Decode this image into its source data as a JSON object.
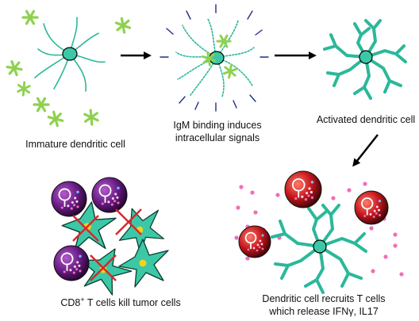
{
  "colors": {
    "cell_teal": "#2bb89a",
    "cell_fill": "#3cc8a6",
    "antigen_green": "#8fd14f",
    "receptor_blue": "#1f2c8a",
    "tcell_purple": "#5b1372",
    "tcell_red": "#c4161c",
    "cytokine_pink": "#f06fb6",
    "cross_red": "#d8262a",
    "arrow": "#000000"
  },
  "labels": {
    "step1": "Immature dendritic cell",
    "step2_line1": "IgM binding induces",
    "step2_line2": "intracellular signals",
    "step3": "Activated dendritic cell",
    "step4_line1": "Dendritic cell recruits T cells",
    "step4_line2": "which release IFNγ, IL17",
    "step5_pre": "CD8",
    "step5_sup": "+",
    "step5_post": " T cells kill tumor cells"
  },
  "icons": [
    "immature-dendritic-cell-icon",
    "igm-binding-cell-icon",
    "activated-dendritic-cell-icon",
    "t-cell-icon",
    "tumor-cell-icon",
    "cytokine-dot-icon",
    "arrow-icon"
  ]
}
